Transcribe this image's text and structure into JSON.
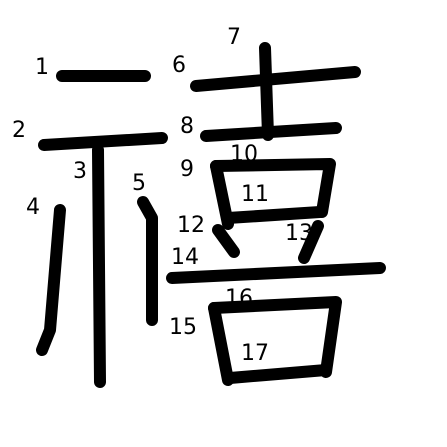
{
  "character": "禧",
  "ink_color": "#000000",
  "background_color": "#ffffff",
  "stroke_numbers": [
    "1",
    "2",
    "3",
    "4",
    "5",
    "6",
    "7",
    "8",
    "9",
    "10",
    "11",
    "12",
    "13",
    "14",
    "15",
    "16",
    "17"
  ]
}
